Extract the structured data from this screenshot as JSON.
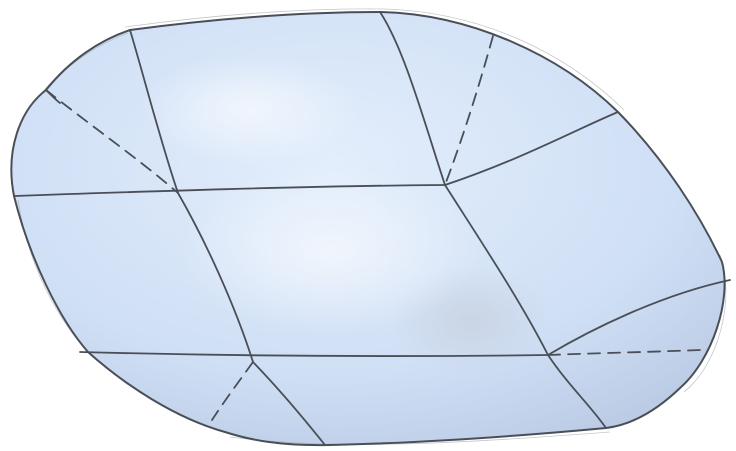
{
  "diagram": {
    "kind": "sketch",
    "colors": {
      "background": "#ffffff",
      "fill_light": "#e3eefc",
      "fill_mid": "#cfdff5",
      "fill_shadow": "#b9c9e3",
      "stroke": "#4a4f57",
      "stroke_soft": "#9aa3ad"
    },
    "elements": [
      {
        "name": "outer-boundary",
        "style": "solid"
      },
      {
        "name": "grid-line-solid",
        "style": "solid"
      },
      {
        "name": "hidden-edge",
        "style": "dashed"
      }
    ]
  }
}
